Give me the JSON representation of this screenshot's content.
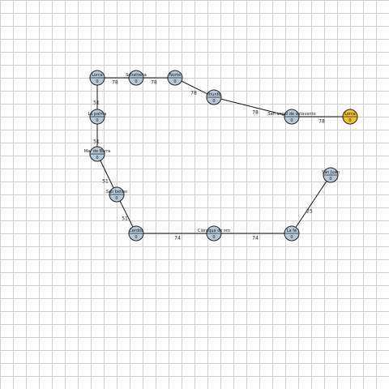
{
  "diagram": {
    "colors": {
      "node_default": "#b8c8dc",
      "node_highlight": "#f2c12e",
      "edge": "#111111",
      "grid": "#cfcfcf"
    },
    "nodes": [
      {
        "id": "n1",
        "name": "Lorca",
        "value": "0",
        "highlight": false
      },
      {
        "id": "n2",
        "name": "Schatteria",
        "value": "0",
        "highlight": false
      },
      {
        "id": "n3",
        "name": "Norte",
        "value": "0",
        "highlight": false
      },
      {
        "id": "n4",
        "name": "Triunfo",
        "value": "0",
        "highlight": false
      },
      {
        "id": "n5",
        "name": "San angel de sotavento",
        "value": "0",
        "highlight": false
      },
      {
        "id": "n6",
        "name": "Lorca",
        "value": "0",
        "highlight": true
      },
      {
        "id": "n7",
        "name": "La palma",
        "value": "0",
        "highlight": false
      },
      {
        "id": "n8",
        "name": "Mar de Barra",
        "value": "0",
        "highlight": false
      },
      {
        "id": "n9",
        "name": "San belino",
        "value": "0",
        "highlight": false
      },
      {
        "id": "n10",
        "name": "Cerdos",
        "value": "0",
        "highlight": false
      },
      {
        "id": "n11",
        "name": "Claraqua de oro",
        "value": "0",
        "highlight": false
      },
      {
        "id": "n12",
        "name": "La fe",
        "value": "0",
        "highlight": false
      },
      {
        "id": "n13",
        "name": "San Juan",
        "value": "0",
        "highlight": false
      }
    ],
    "edges": [
      {
        "from": "n1",
        "to": "n2",
        "weight": "78"
      },
      {
        "from": "n2",
        "to": "n3",
        "weight": "78"
      },
      {
        "from": "n3",
        "to": "n4",
        "weight": "78"
      },
      {
        "from": "n4",
        "to": "n5",
        "weight": "78"
      },
      {
        "from": "n5",
        "to": "n6",
        "weight": "78"
      },
      {
        "from": "n1",
        "to": "n7",
        "weight": "51"
      },
      {
        "from": "n7",
        "to": "n8",
        "weight": "51"
      },
      {
        "from": "n8",
        "to": "n9",
        "weight": "51"
      },
      {
        "from": "n9",
        "to": "n10",
        "weight": "51"
      },
      {
        "from": "n10",
        "to": "n11",
        "weight": "74"
      },
      {
        "from": "n11",
        "to": "n12",
        "weight": "74"
      },
      {
        "from": "n12",
        "to": "n13",
        "weight": "25"
      }
    ]
  }
}
